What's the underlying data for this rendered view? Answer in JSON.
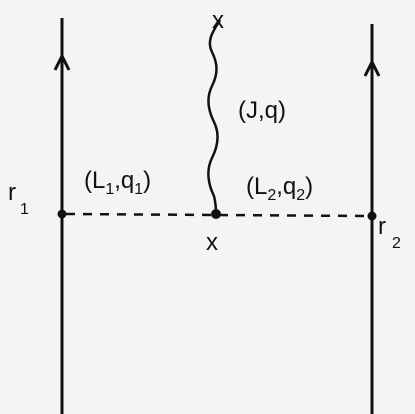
{
  "diagram": {
    "ink_color": "#111111",
    "background_color": "#f4f4f4",
    "left_line": {
      "label_main": "r",
      "label_sub": "1",
      "arrow": "up"
    },
    "right_line": {
      "label_main": "r",
      "label_sub": "2",
      "arrow": "up"
    },
    "wavy_line": {
      "label": "(J,q)",
      "end_marker": "x"
    },
    "left_segment": {
      "label_open": "(L",
      "label_sub1": "1",
      "label_mid": ",q",
      "label_sub2": "1",
      "label_close": ")"
    },
    "right_segment": {
      "label_open": "(L",
      "label_sub1": "2",
      "label_mid": ",q",
      "label_sub2": "2",
      "label_close": ")"
    },
    "vertex_marker": "x"
  }
}
